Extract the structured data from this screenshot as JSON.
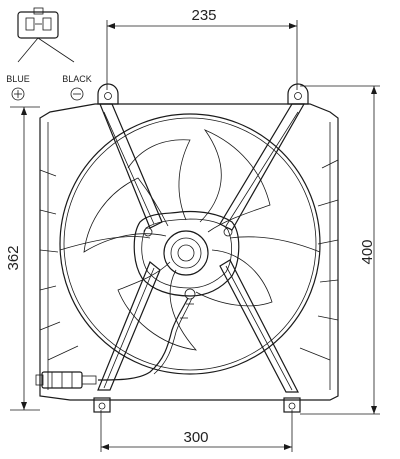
{
  "dimensions": {
    "top_width": "235",
    "bottom_width": "300",
    "left_height": "362",
    "right_height": "400"
  },
  "connector": {
    "pin_left": {
      "label": "BLUE",
      "symbol": "+"
    },
    "pin_right": {
      "label": "BLACK",
      "symbol": "−"
    }
  }
}
